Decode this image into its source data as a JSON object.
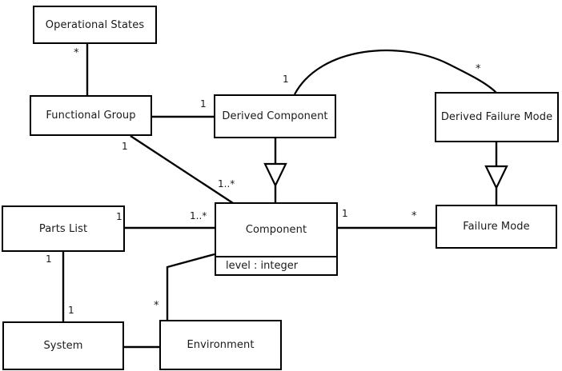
{
  "diagram": {
    "type": "uml-class-diagram",
    "background_color": "#ffffff",
    "line_color": "#000000",
    "text_color": "#1a1a1a",
    "classes": [
      {
        "id": "operational-states",
        "name": "Operational States",
        "attributes": []
      },
      {
        "id": "functional-group",
        "name": "Functional Group",
        "attributes": []
      },
      {
        "id": "derived-component",
        "name": "Derived Component",
        "attributes": []
      },
      {
        "id": "derived-failure-mode",
        "name": "Derived Failure Mode",
        "attributes": []
      },
      {
        "id": "parts-list",
        "name": "Parts List",
        "attributes": []
      },
      {
        "id": "component",
        "name": "Component",
        "attributes": [
          "level : integer"
        ]
      },
      {
        "id": "failure-mode",
        "name": "Failure Mode",
        "attributes": []
      },
      {
        "id": "system",
        "name": "System",
        "attributes": []
      },
      {
        "id": "environment",
        "name": "Environment",
        "attributes": []
      }
    ],
    "attributes": {
      "component_level": "level : integer"
    },
    "multiplicities": {
      "operational_states_to_functional_group": "*",
      "functional_group_to_derived_component": "1",
      "functional_group_to_component": "1",
      "component_from_functional_group": "1..*",
      "derived_component_to_derived_failure_mode": "1",
      "derived_failure_mode_from_derived_component": "*",
      "parts_list_to_component": "1",
      "component_from_parts_list": "1..*",
      "parts_list_to_system": "1",
      "system_to_parts_list": "1",
      "component_to_failure_mode": "1",
      "failure_mode_from_component": "*",
      "environment_to_component": "*"
    },
    "relationships": [
      {
        "id": "opstates-funcgroup",
        "kind": "association",
        "from": "operational-states",
        "to": "functional-group"
      },
      {
        "id": "funcgroup-derivedcomp",
        "kind": "association",
        "from": "functional-group",
        "to": "derived-component"
      },
      {
        "id": "funcgroup-component",
        "kind": "association",
        "from": "functional-group",
        "to": "component"
      },
      {
        "id": "derivedcomp-derivedfm",
        "kind": "association",
        "from": "derived-component",
        "to": "derived-failure-mode"
      },
      {
        "id": "derivedcomp-component",
        "kind": "generalization",
        "from": "derived-component",
        "to": "component"
      },
      {
        "id": "derivedfm-failuremode",
        "kind": "generalization",
        "from": "derived-failure-mode",
        "to": "failure-mode"
      },
      {
        "id": "partslist-component",
        "kind": "association",
        "from": "parts-list",
        "to": "component"
      },
      {
        "id": "partslist-system",
        "kind": "association",
        "from": "parts-list",
        "to": "system"
      },
      {
        "id": "component-failuremode",
        "kind": "association",
        "from": "component",
        "to": "failure-mode"
      },
      {
        "id": "system-environment",
        "kind": "association",
        "from": "system",
        "to": "environment"
      },
      {
        "id": "environment-component",
        "kind": "association",
        "from": "environment",
        "to": "component"
      }
    ]
  }
}
